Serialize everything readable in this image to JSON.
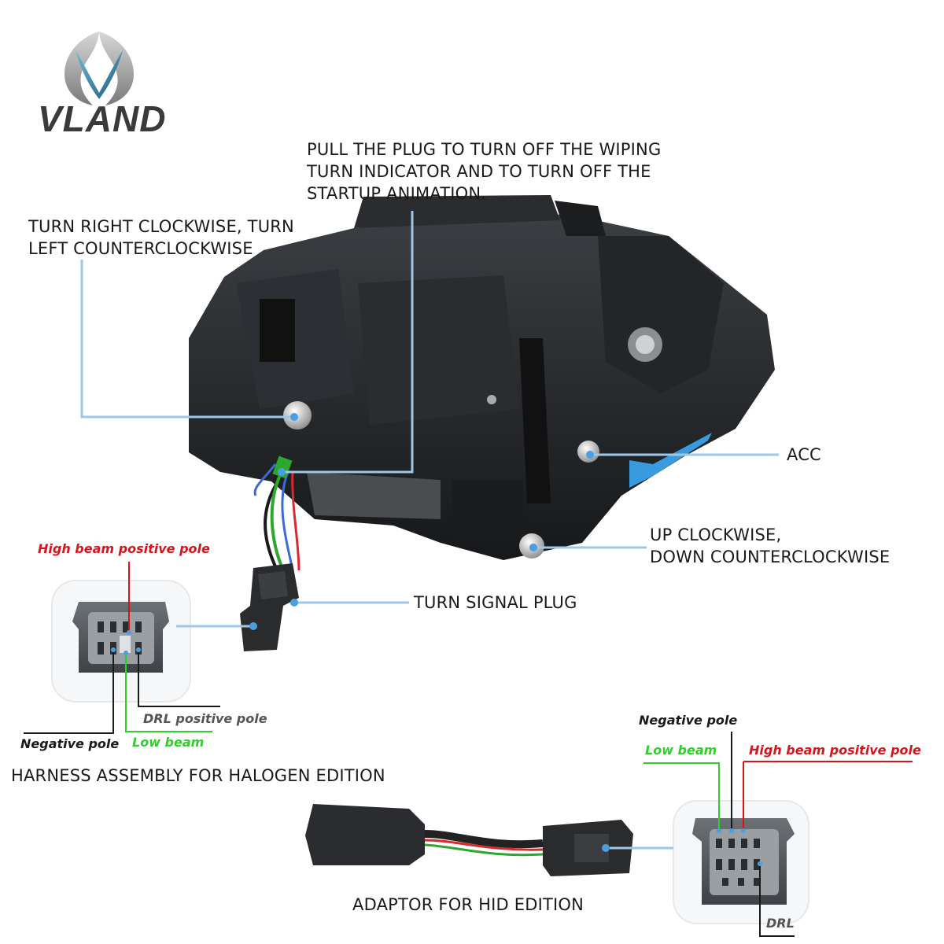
{
  "brand": {
    "name": "VLAND",
    "primary_color": "#2f6f8f",
    "text_color": "#3a3a3a"
  },
  "callouts": {
    "plug_note": "PULL THE PLUG TO TURN OFF THE WIPING\nTURN INDICATOR AND TO TURN OFF THE\nSTARTUP ANIMATION.",
    "turn_adjust": "TURN RIGHT CLOCKWISE, TURN\nLEFT COUNTERCLOCKWISE",
    "acc": "ACC",
    "up_down": "UP CLOCKWISE,\nDOWN COUNTERCLOCKWISE",
    "turn_signal_plug": "TURN SIGNAL PLUG"
  },
  "halogen_connector": {
    "high_beam": "High beam positive pole",
    "drl": "DRL positive pole",
    "negative": "Negative pole",
    "low_beam": "Low beam",
    "caption": "HARNESS ASSEMBLY FOR HALOGEN EDITION"
  },
  "hid_connector": {
    "negative": "Negative pole",
    "low_beam": "Low beam",
    "high_beam": "High beam positive pole",
    "drl": "DRL",
    "caption": "ADAPTOR FOR HID EDITION"
  },
  "colors": {
    "high_beam": "#d8141b",
    "low_beam": "#2ed12a",
    "leader": "#9ec8e8",
    "pin_dot": "#4a9fe0"
  }
}
